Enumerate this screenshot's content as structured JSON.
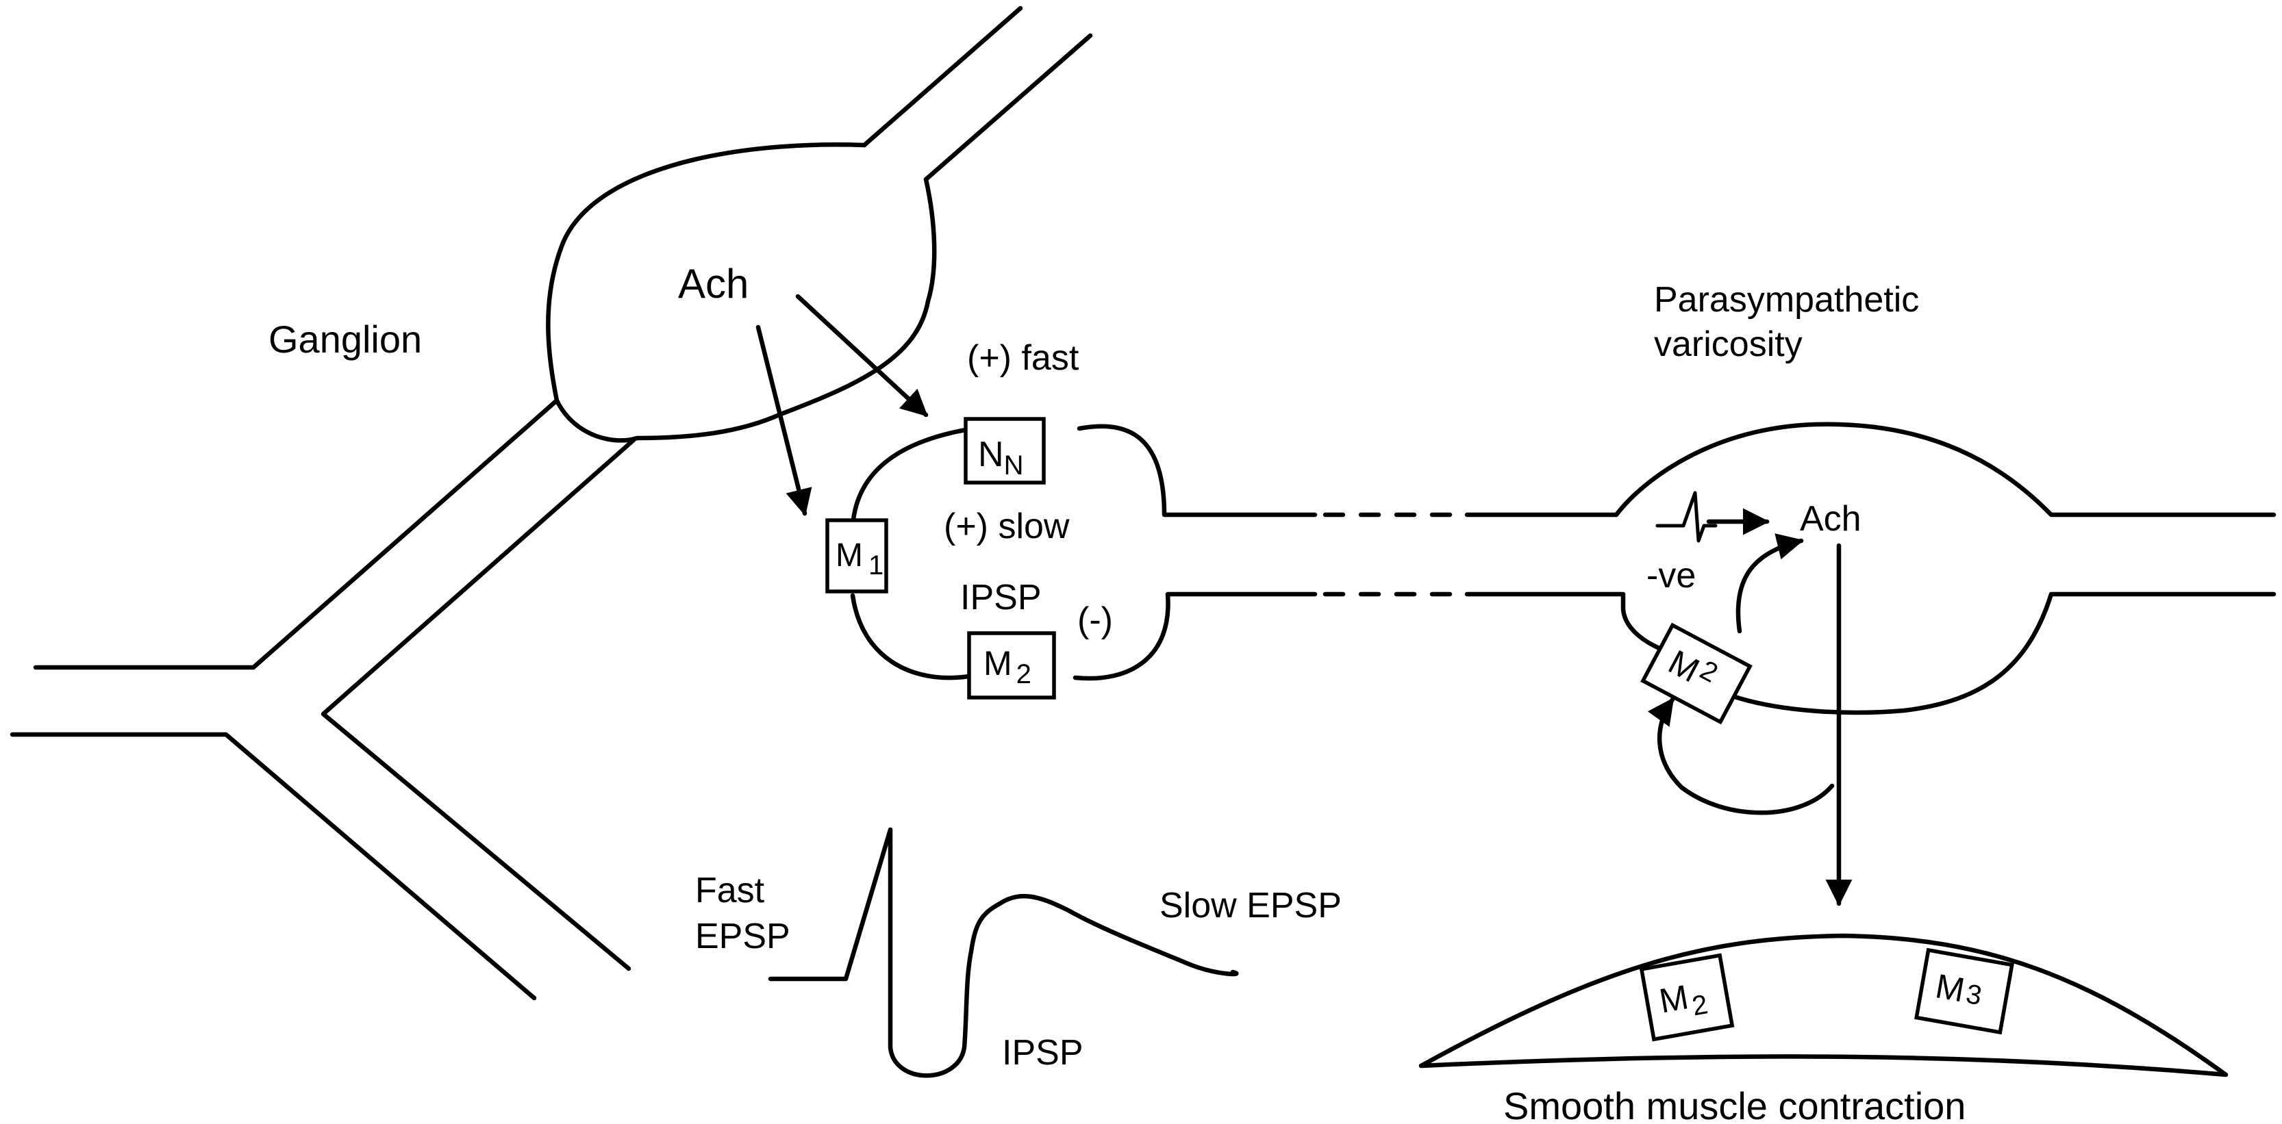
{
  "labels": {
    "ganglion": "Ganglion",
    "ach_ganglion": "Ach",
    "fast_plus": "(+) fast",
    "slow_plus": "(+) slow",
    "ipsp_inner": "IPSP",
    "minus": "(-)",
    "parasympathetic_line1": "Parasympathetic",
    "parasympathetic_line2": "varicosity",
    "ach_varicosity": "Ach",
    "negative": "-ve",
    "fast_epsp_line1": "Fast",
    "fast_epsp_line2": "EPSP",
    "slow_epsp": "Slow EPSP",
    "ipsp_trace": "IPSP",
    "smooth_muscle": "Smooth muscle contraction"
  },
  "receptors": {
    "nn": {
      "main": "N",
      "sub": "N"
    },
    "m1": {
      "main": "M",
      "sub": "1"
    },
    "m2_ganglion": {
      "main": "M",
      "sub": "2"
    },
    "m2_varicosity": {
      "main": "M",
      "sub": "2"
    },
    "m2_muscle": {
      "main": "M",
      "sub": "2"
    },
    "m3_muscle": {
      "main": "M",
      "sub": "3"
    }
  }
}
